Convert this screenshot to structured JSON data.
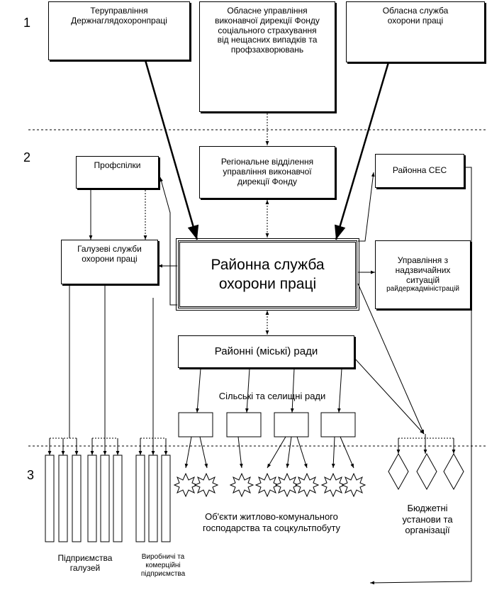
{
  "levels": [
    "1",
    "2",
    "3"
  ],
  "boxes": {
    "terupravlinnia": "Теруправління Держнаглядохоронпраці",
    "oblasne_upravlinnia_fondu": "Обласне управління виконавчої дирекції Фонду соціального страхування від нещасних випадків та профзахворювань",
    "oblasna_sluzhba": "Обласна служба охорони праці",
    "profspilky": "Профспілки",
    "rehionalne_viddilennia": "Регіональне відділення управління виконавчої дирекції Фонду",
    "raionna_ses": "Районна СЕС",
    "haluzevi_sluzhby": "Галузеві служби охорони праці",
    "raionna_sluzhba": "Районна служба охорони праці",
    "upravlinnia_ns": "Управління з надзвичайних ситуацій",
    "upravlinnia_ns_sub": "райдержадміністрацій",
    "raionni_rady": "Районні (міські) ради"
  },
  "labels": {
    "silski_rady": "Сільські та селищні ради",
    "obiekty": "Об'єкти житлово-комунального господарства та соцкультпобуту",
    "biudzhetni": "Бюджетні установи та організації",
    "pidpryiemstva": "Підприємства галузей",
    "vyrobnychi": "Виробничі та комерційні підприємства"
  }
}
